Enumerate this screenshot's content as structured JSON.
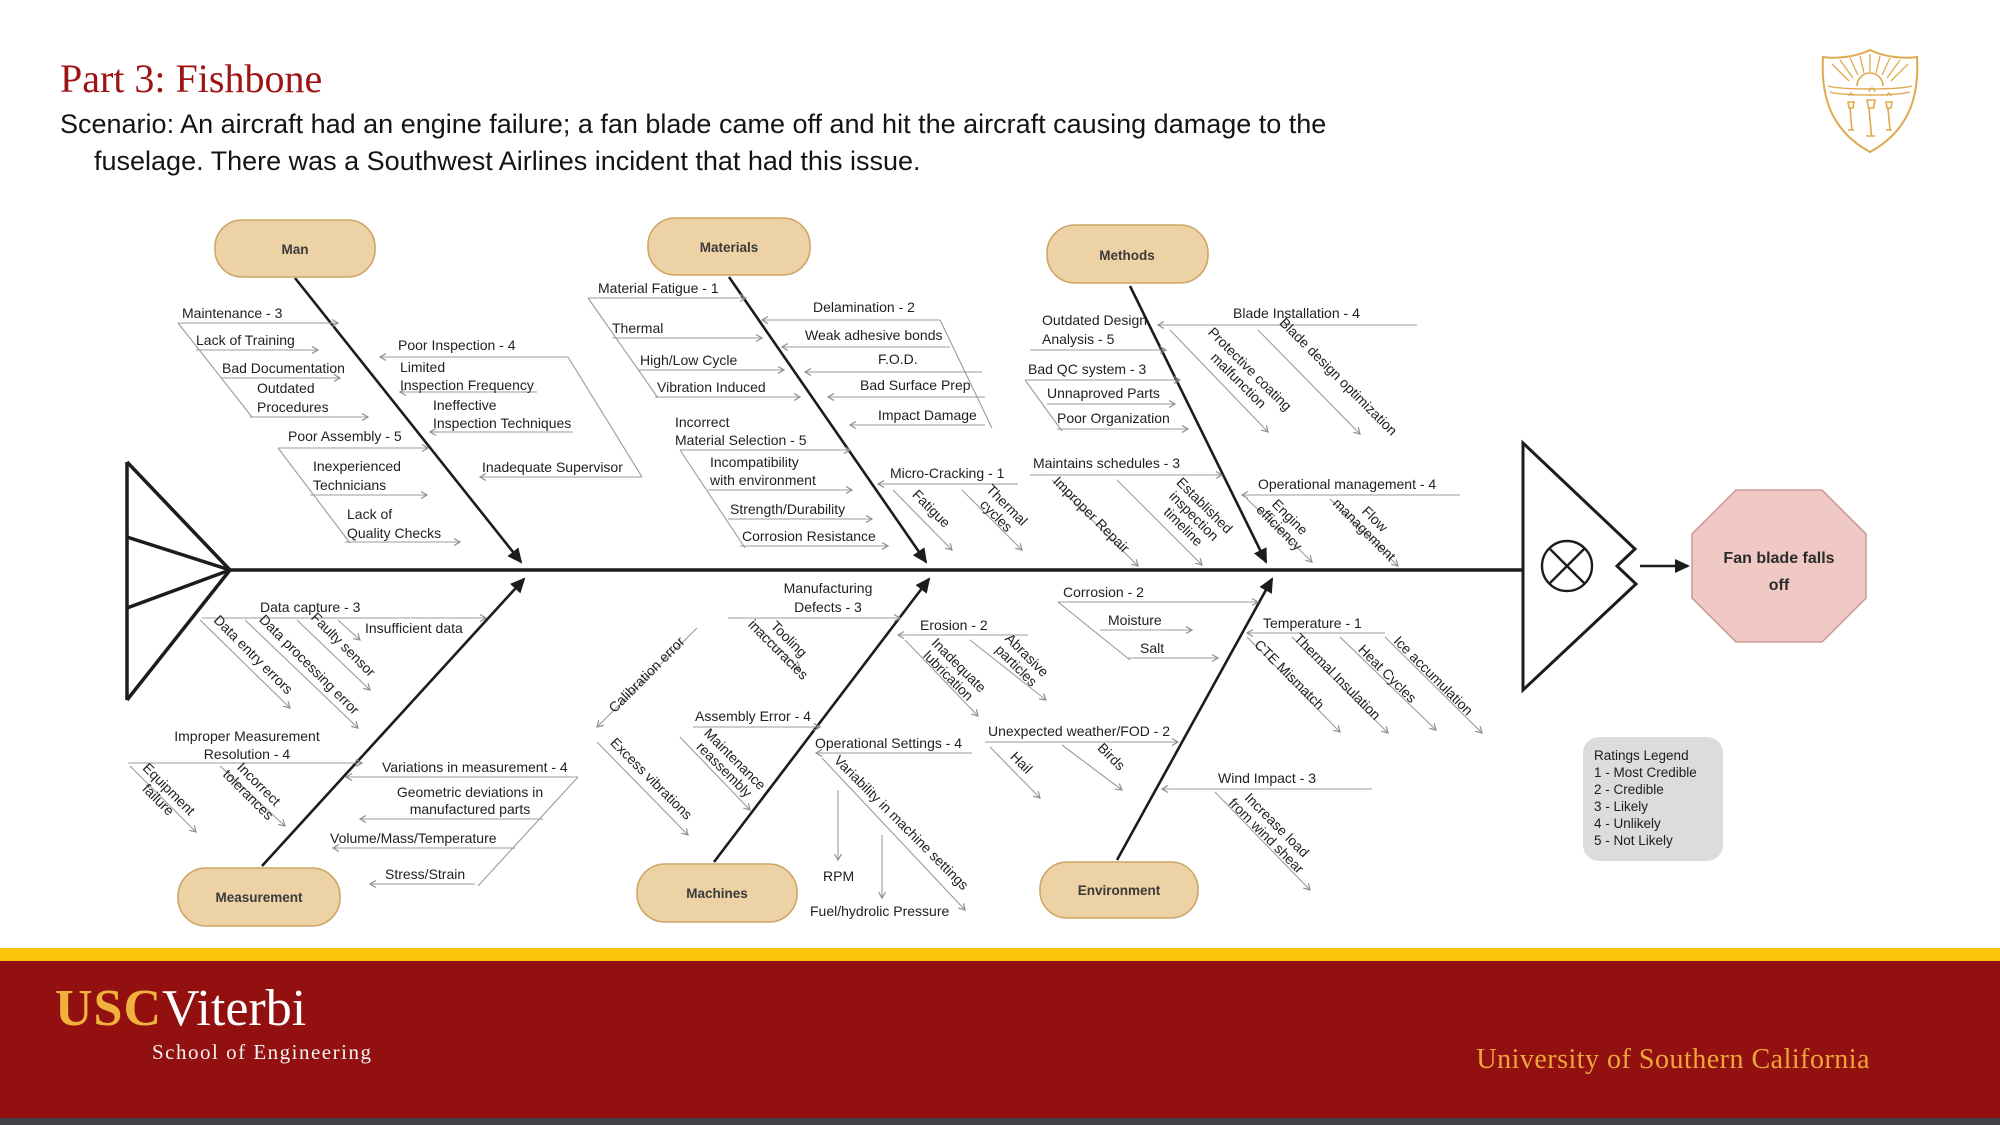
{
  "header": {
    "title": "Part 3: Fishbone",
    "scenario_line1": "Scenario: An aircraft had an engine failure; a fan blade came off and hit the aircraft causing damage to the",
    "scenario_line2": "fuselage. There was a Southwest Airlines incident that had this issue."
  },
  "effect": {
    "line1": "Fan blade falls",
    "line2": "off"
  },
  "fishbone": {
    "man": {
      "title": "Man",
      "maintenance": "Maintenance - 3",
      "lack_training": "Lack of Training",
      "bad_doc": "Bad Documentation",
      "outdated": [
        "Outdated",
        "Procedures"
      ],
      "poor_inspection": "Poor Inspection - 4",
      "limited": [
        "Limited",
        "Inspection Frequency"
      ],
      "ineffective": [
        "Ineffective",
        "Inspection Techniques"
      ],
      "poor_assembly": "Poor Assembly - 5",
      "inexperienced": [
        "Inexperienced",
        "Technicians"
      ],
      "lack_quality": [
        "Lack of",
        "Quality Checks"
      ],
      "inadequate_supervisor": "Inadequate Supervisor"
    },
    "materials": {
      "title": "Materials",
      "material_fatigue": "Material Fatigue - 1",
      "thermal": "Thermal",
      "high_low_cycle": "High/Low Cycle",
      "vibration_induced": "Vibration Induced",
      "delamination": "Delamination - 2",
      "weak_adhesive": "Weak adhesive bonds",
      "fod": "F.O.D.",
      "bad_surface_prep": "Bad Surface Prep",
      "impact_damage": "Impact Damage",
      "incorrect_selection": [
        "Incorrect",
        "Material Selection - 5"
      ],
      "incompatibility": [
        "Incompatibility",
        "with environment"
      ],
      "strength": "Strength/Durability",
      "corrosion_resistance": "Corrosion Resistance",
      "micro_cracking": "Micro-Cracking - 1",
      "fatigue": "Fatigue",
      "thermal_cycles": [
        "Thermal",
        "cycles"
      ]
    },
    "methods": {
      "title": "Methods",
      "outdated_design": [
        "Outdated Design",
        "Analysis - 5"
      ],
      "bad_qc": "Bad QC system - 3",
      "unnaproved_parts": "Unnaproved Parts",
      "poor_org": "Poor Organization",
      "blade_installation": "Blade Installation  - 4",
      "protective_coating": [
        "Protective coating",
        "malfunction"
      ],
      "blade_design": "Blade design optimization",
      "maintains_schedules": "Maintains schedules  - 3",
      "improper_repair": "Improper Repair",
      "established": [
        "Established",
        "inspection",
        "timeline"
      ],
      "operational_mgmt": "Operational management  - 4",
      "engine_efficiency": [
        "Engine",
        "efficiency"
      ],
      "flow_mgmt": [
        "Flow",
        "management"
      ]
    },
    "measurement": {
      "title": "Measurement",
      "data_capture": "Data capture - 3",
      "insufficient": "Insufficient data",
      "data_entry": "Data entry errors",
      "data_processing": "Data processing error",
      "faulty_sensor": "Faulty sensor",
      "improper_res": [
        "Improper Measurement",
        "Resolution - 4"
      ],
      "equipment_failure": [
        "Equipment",
        "failure"
      ],
      "incorrect_tolerances": [
        "Incorrect",
        "tolerances"
      ],
      "variations": "Variations in measurement - 4",
      "geometric": [
        "Geometric deviations in",
        "manufactured parts"
      ],
      "volume": "Volume/Mass/Temperature",
      "stress": "Stress/Strain"
    },
    "machines": {
      "title": "Machines",
      "mfg_defects": [
        "Manufacturing",
        "Defects - 3"
      ],
      "tooling": [
        "Tooling",
        "inaccuracies"
      ],
      "assembly_error": "Assembly Error - 4",
      "calibration": "Calibration error",
      "excess_vibrations": "Excess vibrations",
      "maintenance_reassembly": [
        "Maintenance",
        "reassembly"
      ],
      "erosion": "Erosion - 2",
      "inadequate_lubrication": [
        "Inadequate",
        "lubrication"
      ],
      "abrasive_particles": [
        "Abrasive",
        "particles"
      ],
      "operational_settings": "Operational Settings - 4",
      "variability": "Variability in machine settings",
      "rpm": "RPM",
      "fuel": "Fuel/hydrolic Pressure"
    },
    "environment": {
      "title": "Environment",
      "corrosion": "Corrosion - 2",
      "moisture": "Moisture",
      "salt": "Salt",
      "temperature": "Temperature - 1",
      "cte": "CTE Mismatch",
      "thermal_insulation": "Thermal Insulation",
      "heat_cycles": "Heat Cycles",
      "ice": "Ice accumulation",
      "weather": "Unexpected weather/FOD - 2",
      "hail": "Hail",
      "birds": "Birds",
      "wind_impact": "Wind Impact - 3",
      "increase_load": [
        "Increase load",
        "from wind shear"
      ]
    }
  },
  "legend": {
    "title": "Ratings Legend",
    "items": [
      "1 - Most Credible",
      "2 - Credible",
      "3 - Likely",
      "4 - Unlikely",
      "5 - Not Likely"
    ]
  },
  "footer": {
    "usc": "USC",
    "viterbi": "Viterbi",
    "school": "School of Engineering",
    "university": "University of Southern California"
  },
  "colors": {
    "cardinal": "#931010",
    "gold": "#fbc40b",
    "title_red": "#9c1414",
    "bubble_tan": "#ecd2a4",
    "effect_pink": "#f0c9c5",
    "legend_grey": "#dcdcdc"
  }
}
